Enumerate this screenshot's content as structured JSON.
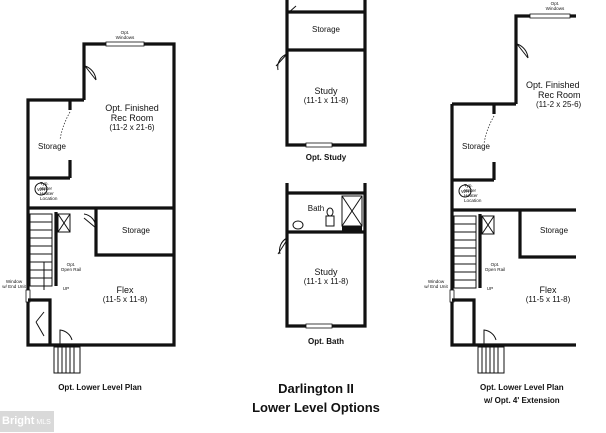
{
  "rooms": {
    "rec_room": [
      "Opt. Finished",
      "Rec Room",
      "(11-2 x 21-6)"
    ],
    "rec_room_ext": [
      "Opt. Finished",
      "Rec Room",
      "(11-2 x 25-6)"
    ],
    "storage": "Storage",
    "flex": [
      "Flex",
      "(11-5 x 11-8)"
    ],
    "study": [
      "Study",
      "(11-1 x 11-8)"
    ],
    "bath": "Bath"
  },
  "notes": {
    "opt_windows": [
      "Opt.",
      "Windows"
    ],
    "water_heater": [
      "Typ.",
      "Water",
      "Heater",
      "Location"
    ],
    "wh": "WH",
    "open_rail": [
      "Opt.",
      "Open Rail"
    ],
    "up": "UP",
    "window_end_unit": [
      "Window",
      "w/ End Unit"
    ]
  },
  "captions": {
    "lower_level_plan": "Opt. Lower Level Plan",
    "study": "Opt. Study",
    "bath": "Opt. Bath",
    "extension_line1": "Opt. Lower Level Plan",
    "extension_line2": "w/ Opt. 4' Extension"
  },
  "title": {
    "line1": "Darlington II",
    "line2": "Lower Level Options"
  },
  "watermark": {
    "brand": "Bright",
    "suffix": "MLS"
  }
}
